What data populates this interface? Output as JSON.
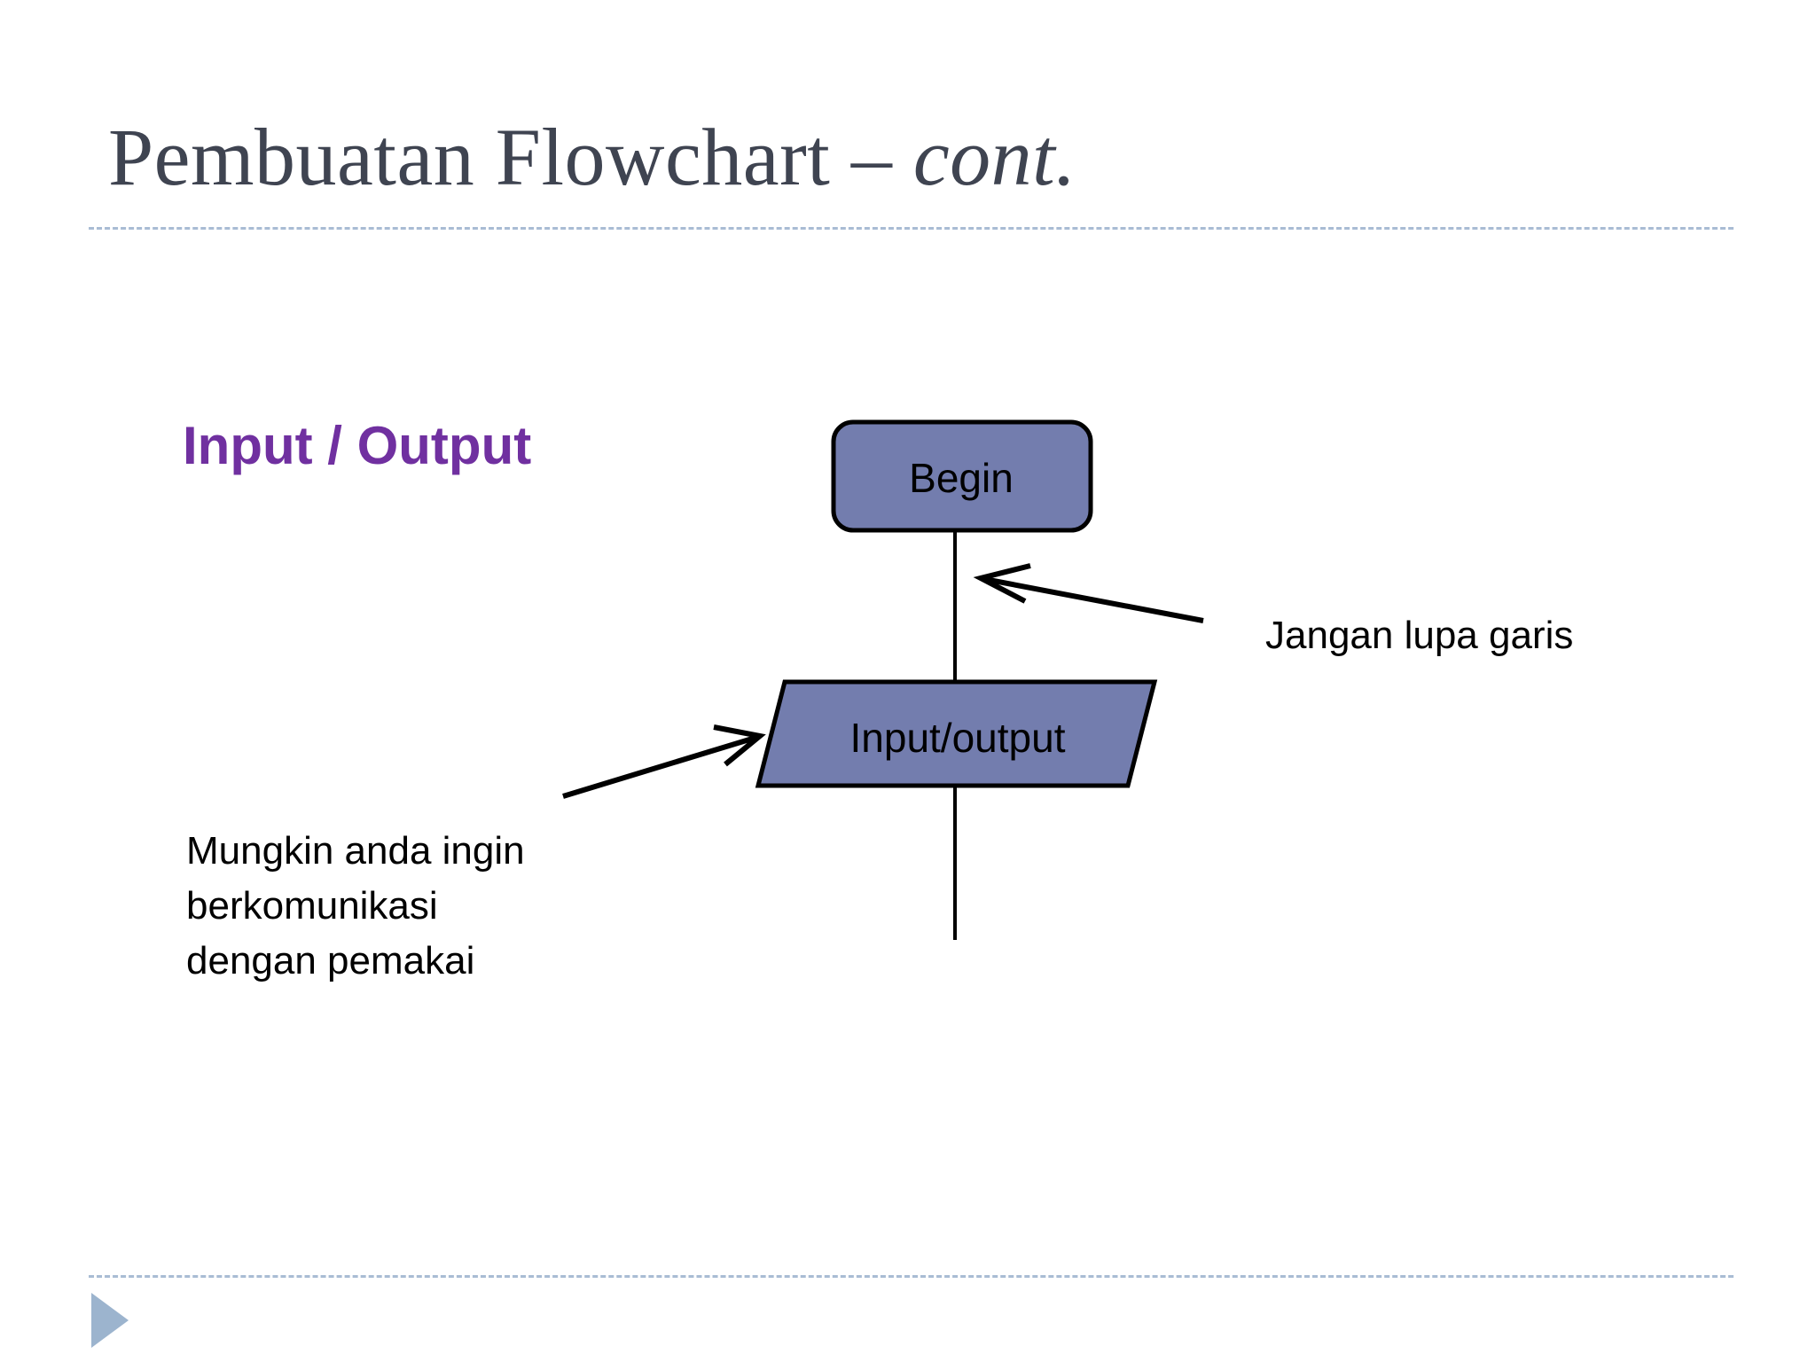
{
  "slide": {
    "title_main": "Pembuatan Flowchart – ",
    "title_cont": "cont.",
    "section_heading": "Input / Output",
    "background_color": "#ffffff",
    "title_color": "#3f4451",
    "heading_color": "#7030a0",
    "divider_color": "#a9bcd4",
    "footer_marker_color": "#9cb4ce"
  },
  "flowchart": {
    "shape_fill": "#737dae",
    "shape_stroke": "#000000",
    "connector_color": "#000000",
    "nodes": [
      {
        "id": "begin",
        "label": "Begin",
        "shape": "rounded-rectangle"
      },
      {
        "id": "io",
        "label": "Input/output",
        "shape": "parallelogram"
      }
    ],
    "connectors": [
      {
        "from": "begin",
        "to": "io",
        "type": "vertical-line"
      },
      {
        "from": "io",
        "to": "",
        "type": "vertical-line"
      }
    ]
  },
  "annotations": [
    {
      "id": "jangan-lupa-garis",
      "lines": [
        "Jangan lupa garis"
      ],
      "points_to": "connector-line"
    },
    {
      "id": "mungkin-anda-ingin",
      "lines": [
        "Mungkin anda ingin",
        "berkomunikasi",
        "dengan pemakai"
      ],
      "points_to": "io"
    }
  ],
  "annotation_text": {
    "jangan_lupa_garis": "Jangan lupa garis",
    "mungkin_line1": "Mungkin anda ingin",
    "mungkin_line2": "berkomunikasi",
    "mungkin_line3": "dengan pemakai"
  }
}
